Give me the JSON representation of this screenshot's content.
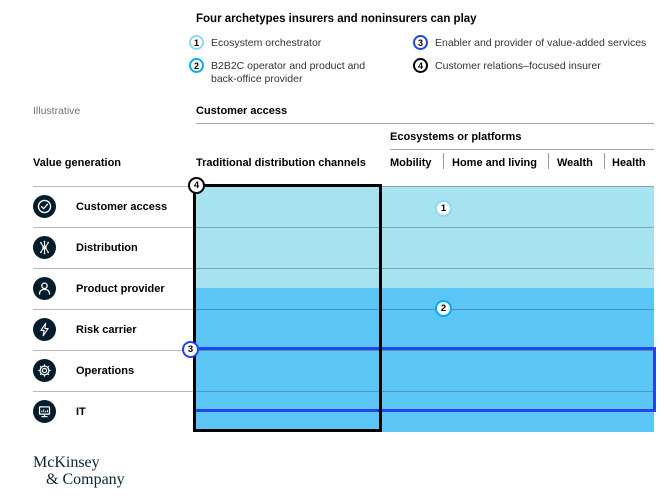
{
  "colors": {
    "light_fill": "#A6E2EF",
    "medium_fill": "#5BC5F5",
    "archetype1": "#8FD8F2",
    "archetype2": "#00AEEF",
    "archetype3": "#2443EB",
    "archetype4": "#000000",
    "icon_bg": "#051C2C"
  },
  "legend": {
    "title": "Four archetypes insurers and noninsurers can play",
    "items": [
      {
        "num": "1",
        "label": "Ecosystem orchestrator"
      },
      {
        "num": "2",
        "label": "B2B2C operator and product and back-office provider"
      },
      {
        "num": "3",
        "label": "Enabler and provider of value-added services"
      },
      {
        "num": "4",
        "label": "Customer relations–focused insurer"
      }
    ]
  },
  "annotations": {
    "illustrative": "Illustrative"
  },
  "columns": {
    "customer_access": "Customer access",
    "traditional": "Traditional distribution channels",
    "ecosystems": "Ecosystems or platforms",
    "eco_columns": [
      "Mobility",
      "Home and living",
      "Wealth",
      "Health"
    ]
  },
  "value_generation": {
    "header": "Value generation",
    "rows": [
      {
        "label": "Customer access",
        "icon": "check-circle-icon"
      },
      {
        "label": "Distribution",
        "icon": "network-hub-icon"
      },
      {
        "label": "Product provider",
        "icon": "person-icon"
      },
      {
        "label": "Risk carrier",
        "icon": "lightning-icon"
      },
      {
        "label": "Operations",
        "icon": "gear-icon"
      },
      {
        "label": "IT",
        "icon": "monitor-icon"
      }
    ]
  },
  "matrix_badges": {
    "b1": "1",
    "b2": "2",
    "b3": "3",
    "b4": "4"
  },
  "logo": {
    "line1": "McKinsey",
    "line2": "& Company"
  }
}
